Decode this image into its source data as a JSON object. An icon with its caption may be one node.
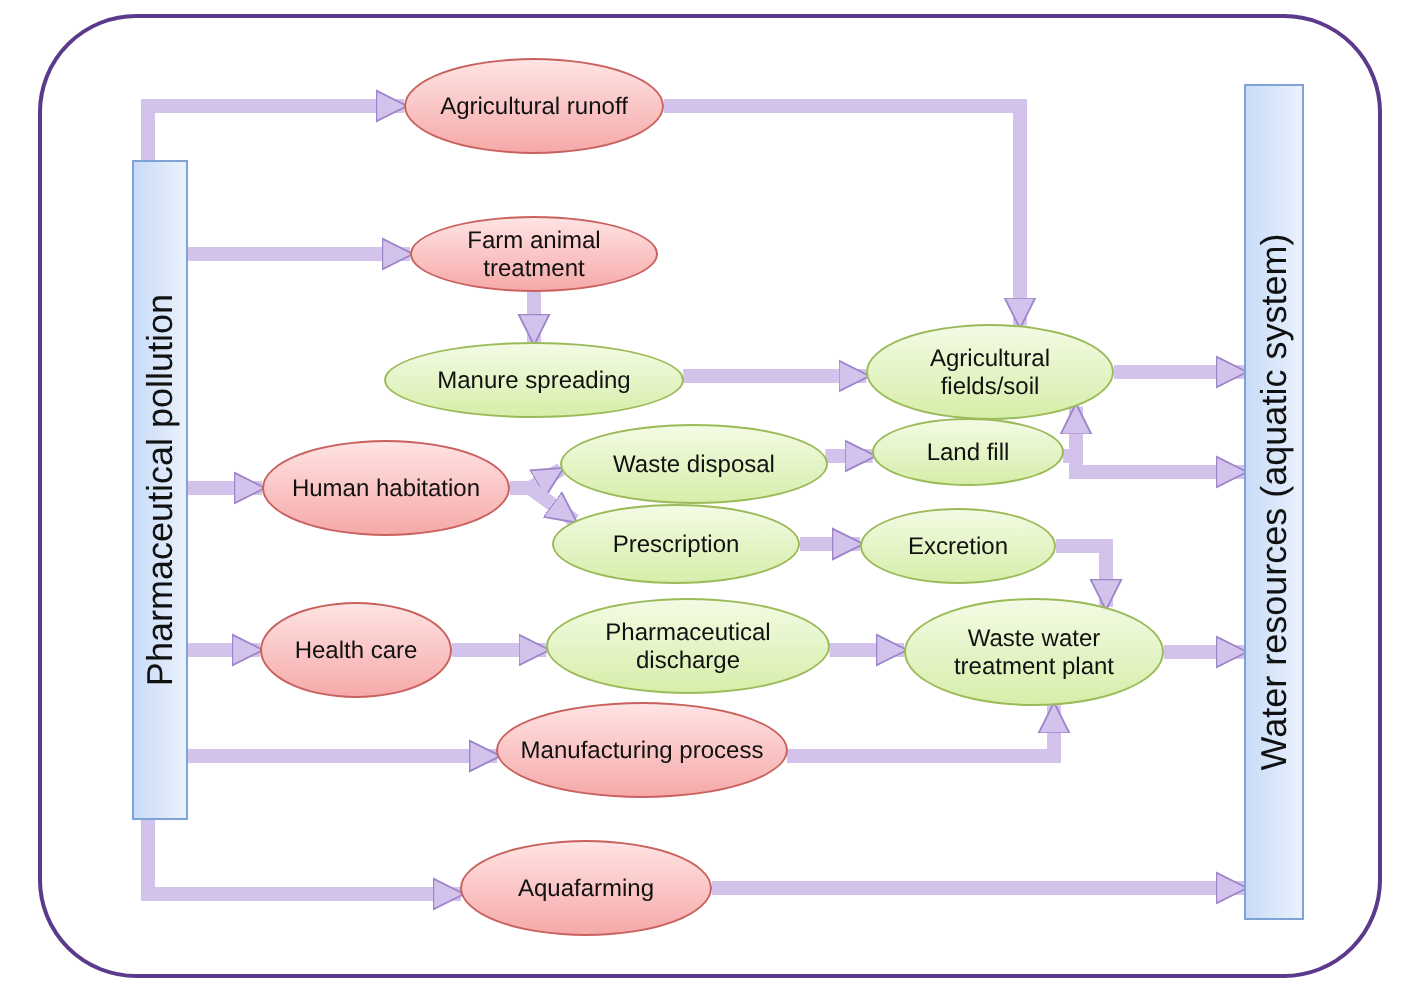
{
  "diagram": {
    "nodes": [
      {
        "text": [
          "Pharmaceutical pollution"
        ]
      },
      {
        "text": [
          "Water resources (aquatic system)"
        ]
      },
      {
        "text": [
          "Agricultural runoff"
        ]
      },
      {
        "text": [
          "Farm animal treatment"
        ]
      },
      {
        "text": [
          "Manure spreading"
        ]
      },
      {
        "text": [
          "Agricultural fields/soil"
        ]
      },
      {
        "text": [
          "Human habitation"
        ]
      },
      {
        "text": [
          "Waste disposal"
        ]
      },
      {
        "text": [
          "Land fill"
        ]
      },
      {
        "text": [
          "Prescription"
        ]
      },
      {
        "text": [
          "Excretion"
        ]
      },
      {
        "text": [
          "Health care"
        ]
      },
      {
        "text": [
          "Pharmaceutical discharge"
        ]
      },
      {
        "text": [
          "Waste water treatment plant"
        ]
      },
      {
        "text": [
          "Manufacturing process"
        ]
      },
      {
        "text": [
          "Aquafarming"
        ]
      }
    ],
    "edges": [
      {
        "from": 0,
        "to": 2,
        "arrow": "to"
      },
      {
        "from": 0,
        "to": 3,
        "arrow": "to"
      },
      {
        "from": 3,
        "to": 4,
        "arrow": "to"
      },
      {
        "from": 2,
        "to": 5,
        "arrow": "to"
      },
      {
        "from": 4,
        "to": 5,
        "arrow": "to"
      },
      {
        "from": 5,
        "to": 1,
        "arrow": "to"
      },
      {
        "from": 0,
        "to": 6,
        "arrow": "to"
      },
      {
        "from": 6,
        "to": 7,
        "arrow": "to"
      },
      {
        "from": 6,
        "to": 9,
        "arrow": "to"
      },
      {
        "from": 7,
        "to": 8,
        "arrow": "to"
      },
      {
        "from": 8,
        "to": 5,
        "arrow": "to"
      },
      {
        "from": 8,
        "to": 1,
        "arrow": "to"
      },
      {
        "from": 9,
        "to": 10,
        "arrow": "to"
      },
      {
        "from": 10,
        "to": 13,
        "arrow": "to"
      },
      {
        "from": 0,
        "to": 11,
        "arrow": "to"
      },
      {
        "from": 11,
        "to": 12,
        "arrow": "to"
      },
      {
        "from": 12,
        "to": 13,
        "arrow": "to"
      },
      {
        "from": 13,
        "to": 1,
        "arrow": "to"
      },
      {
        "from": 0,
        "to": 14,
        "arrow": "to"
      },
      {
        "from": 14,
        "to": 13,
        "arrow": "to"
      },
      {
        "from": 0,
        "to": 15,
        "arrow": "to"
      },
      {
        "from": 15,
        "to": 1,
        "arrow": "to"
      }
    ]
  }
}
